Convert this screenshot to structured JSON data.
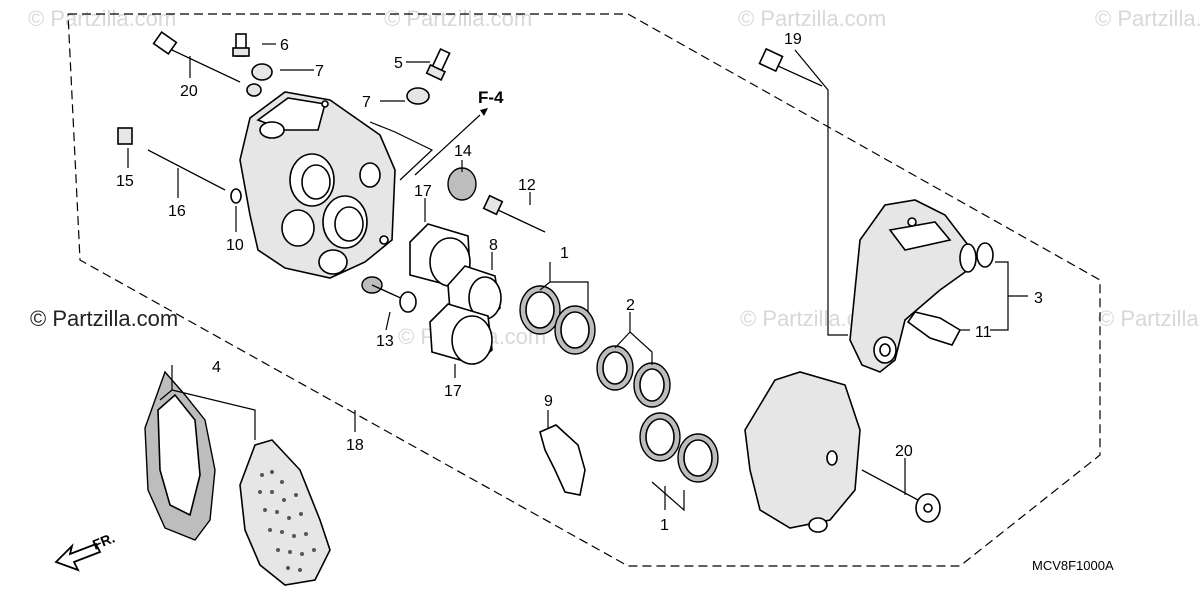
{
  "watermarks": [
    "© Partzilla.com",
    "© Partzilla.com",
    "© Partzilla.com",
    "© Partzilla.com",
    "© Partzilla.com",
    "© Partzilla.com",
    "© Partzilla.com"
  ],
  "corner_watermark": "© Partzilla.com",
  "diagram_code": "MCV8F1000A",
  "direction_label": "FR.",
  "reference_label": "F-4",
  "callouts": [
    "1",
    "1",
    "2",
    "3",
    "4",
    "5",
    "6",
    "7",
    "7",
    "8",
    "9",
    "10",
    "11",
    "12",
    "13",
    "14",
    "15",
    "16",
    "17",
    "17",
    "18",
    "19",
    "20",
    "20"
  ],
  "colors": {
    "line": "#000000",
    "watermark": "#d8d8d8",
    "background": "#ffffff"
  }
}
